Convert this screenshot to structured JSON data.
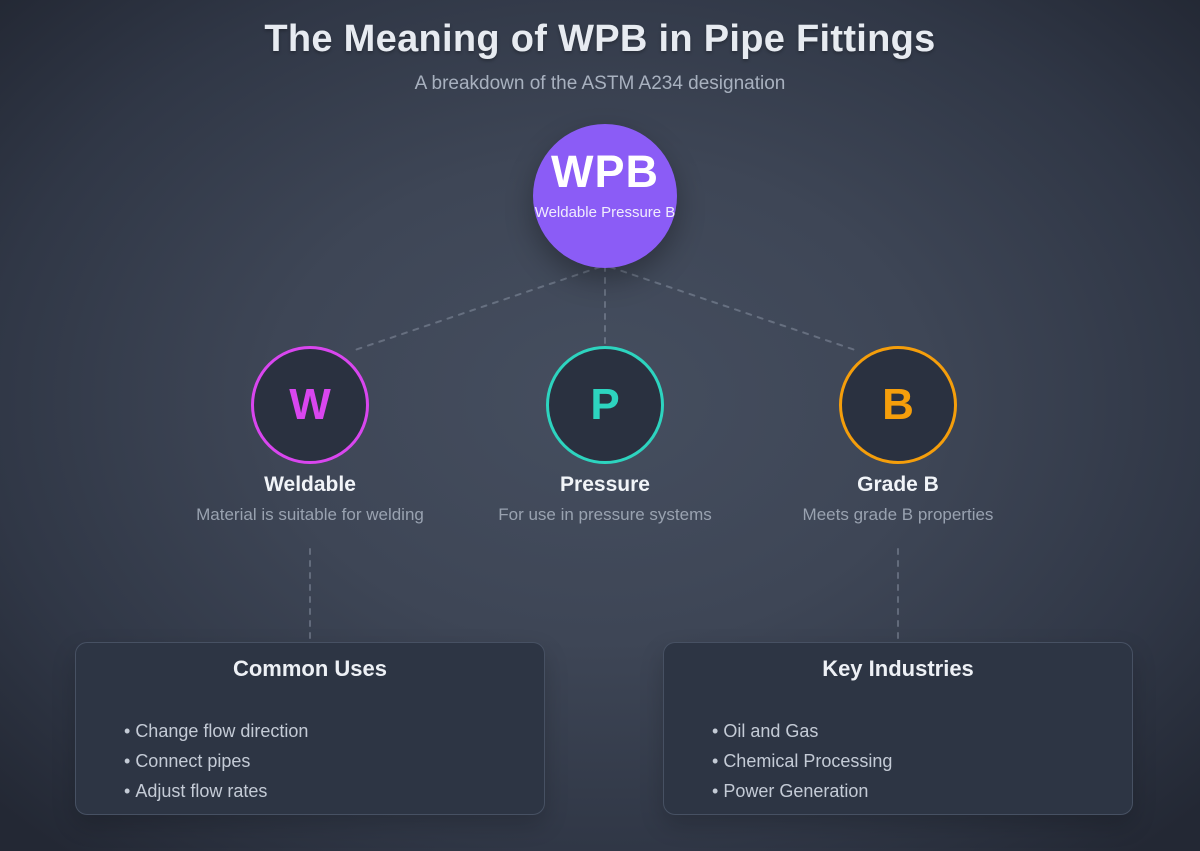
{
  "page": {
    "title": "The Meaning of WPB in Pipe Fittings",
    "subtitle": "A breakdown of the ASTM A234 designation"
  },
  "root_node": {
    "acronym": "WPB",
    "label": "Weldable Pressure B",
    "color": "#8b5cf6"
  },
  "nodes": [
    {
      "letter": "W",
      "name": "Weldable",
      "description": "Material is suitable for welding",
      "color": "#d946ef"
    },
    {
      "letter": "P",
      "name": "Pressure",
      "description": "For use in pressure systems",
      "color": "#2dd4bf"
    },
    {
      "letter": "B",
      "name": "Grade B",
      "description": "Meets grade B properties",
      "color": "#f59e0b"
    }
  ],
  "cards": [
    {
      "title": "Common Uses",
      "items": [
        "Change flow direction",
        "Connect pipes",
        "Adjust flow rates"
      ]
    },
    {
      "title": "Key Industries",
      "items": [
        "Oil and Gas",
        "Chemical Processing",
        "Power Generation"
      ]
    }
  ]
}
